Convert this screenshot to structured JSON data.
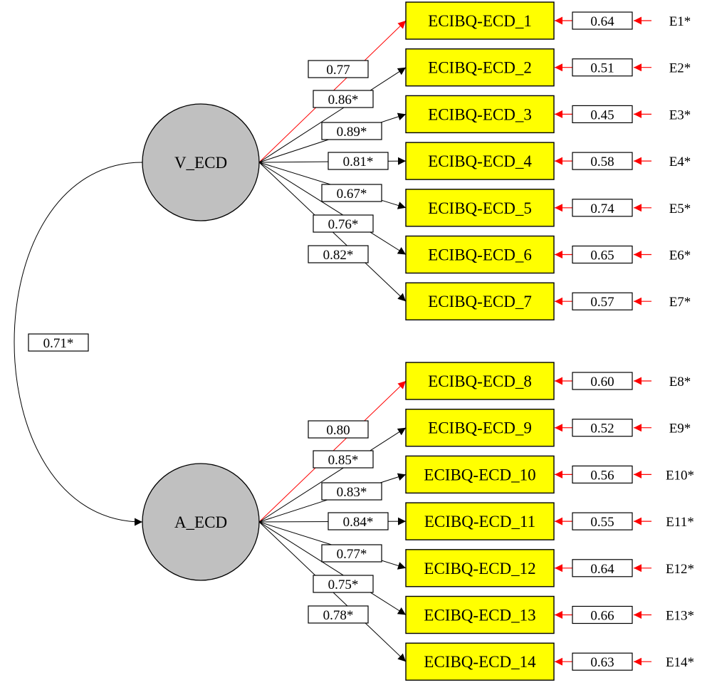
{
  "latents": [
    {
      "id": "V",
      "label": "V_ECD"
    },
    {
      "id": "A",
      "label": "A_ECD"
    }
  ],
  "correlation": {
    "from": "V",
    "to": "A",
    "value": "0.71*"
  },
  "indicators": [
    {
      "label": "ECIBQ-ECD_1",
      "latent": "V",
      "loading": "0.77",
      "fixed": true,
      "error_var": "0.64",
      "error_label": "E1*"
    },
    {
      "label": "ECIBQ-ECD_2",
      "latent": "V",
      "loading": "0.86*",
      "fixed": false,
      "error_var": "0.51",
      "error_label": "E2*"
    },
    {
      "label": "ECIBQ-ECD_3",
      "latent": "V",
      "loading": "0.89*",
      "fixed": false,
      "error_var": "0.45",
      "error_label": "E3*"
    },
    {
      "label": "ECIBQ-ECD_4",
      "latent": "V",
      "loading": "0.81*",
      "fixed": false,
      "error_var": "0.58",
      "error_label": "E4*"
    },
    {
      "label": "ECIBQ-ECD_5",
      "latent": "V",
      "loading": "0.67*",
      "fixed": false,
      "error_var": "0.74",
      "error_label": "E5*"
    },
    {
      "label": "ECIBQ-ECD_6",
      "latent": "V",
      "loading": "0.76*",
      "fixed": false,
      "error_var": "0.65",
      "error_label": "E6*"
    },
    {
      "label": "ECIBQ-ECD_7",
      "latent": "V",
      "loading": "0.82*",
      "fixed": false,
      "error_var": "0.57",
      "error_label": "E7*"
    },
    {
      "label": "ECIBQ-ECD_8",
      "latent": "A",
      "loading": "0.80",
      "fixed": true,
      "error_var": "0.60",
      "error_label": "E8*"
    },
    {
      "label": "ECIBQ-ECD_9",
      "latent": "A",
      "loading": "0.85*",
      "fixed": false,
      "error_var": "0.52",
      "error_label": "E9*"
    },
    {
      "label": "ECIBQ-ECD_10",
      "latent": "A",
      "loading": "0.83*",
      "fixed": false,
      "error_var": "0.56",
      "error_label": "E10*"
    },
    {
      "label": "ECIBQ-ECD_11",
      "latent": "A",
      "loading": "0.84*",
      "fixed": false,
      "error_var": "0.55",
      "error_label": "E11*"
    },
    {
      "label": "ECIBQ-ECD_12",
      "latent": "A",
      "loading": "0.77*",
      "fixed": false,
      "error_var": "0.64",
      "error_label": "E12*"
    },
    {
      "label": "ECIBQ-ECD_13",
      "latent": "A",
      "loading": "0.75*",
      "fixed": false,
      "error_var": "0.66",
      "error_label": "E13*"
    },
    {
      "label": "ECIBQ-ECD_14",
      "latent": "A",
      "loading": "0.78*",
      "fixed": false,
      "error_var": "0.63",
      "error_label": "E14*"
    }
  ],
  "colors": {
    "indicator_fill": "#ffff00",
    "latent_fill": "#c0c0c0",
    "fixed_path": "#ff0000",
    "error_arrow": "#ff0000",
    "path": "#000000"
  }
}
